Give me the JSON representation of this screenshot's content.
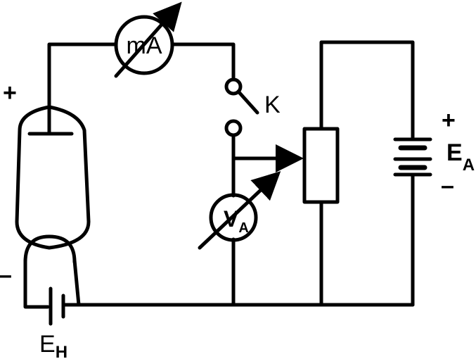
{
  "labels": {
    "milliammeter": "mA",
    "voltmeter_main": "V",
    "voltmeter_sub": "A",
    "key": "K",
    "anode_supply_main": "E",
    "anode_supply_sub": "A",
    "heater_supply_main": "E",
    "heater_supply_sub": "H",
    "plus_tube": "+",
    "minus_tube": "–",
    "plus_supply": "+",
    "minus_supply": "–"
  },
  "colors": {
    "line": "#000000",
    "background": "#ffffff"
  }
}
